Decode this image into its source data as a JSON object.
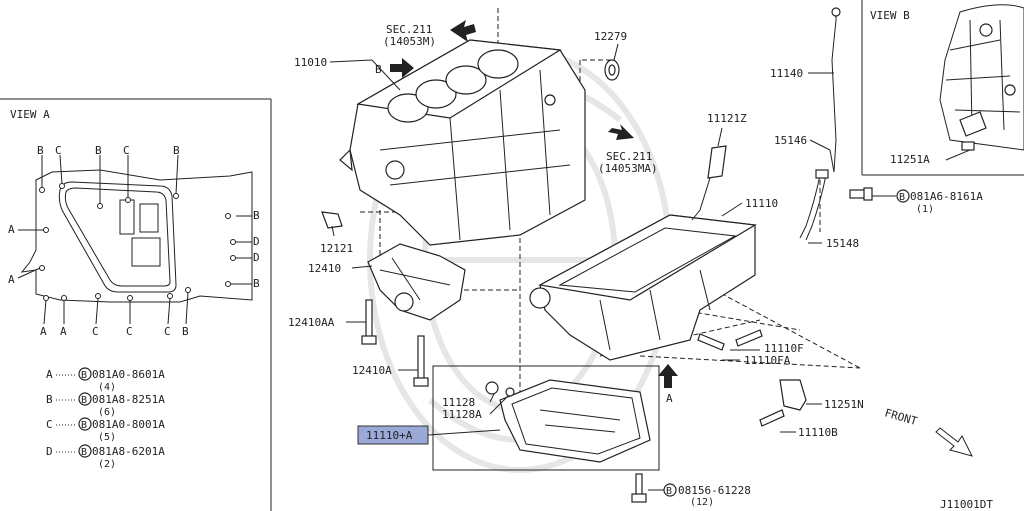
{
  "diagram_id": "J11001DT",
  "view_a": {
    "title": "VIEW A",
    "letters": {
      "top": [
        "B",
        "C",
        "B",
        "C",
        "B"
      ],
      "left": [
        "A",
        "A"
      ],
      "right": [
        "B",
        "D",
        "D",
        "B"
      ],
      "bottom": [
        "A",
        "A",
        "C",
        "C",
        "C",
        "B"
      ]
    },
    "legend": [
      {
        "key": "A",
        "part": "081A0-8601A",
        "qty": "(4)"
      },
      {
        "key": "B",
        "part": "081A8-8251A",
        "qty": "(6)"
      },
      {
        "key": "C",
        "part": "081A0-8001A",
        "qty": "(5)"
      },
      {
        "key": "D",
        "part": "081A8-6201A",
        "qty": "(2)"
      }
    ]
  },
  "view_b": {
    "title": "VIEW B",
    "label": "11251A"
  },
  "labels": {
    "sec211_top": "SEC.211",
    "sec211_top_sub": "(14053M)",
    "sec211_mid": "SEC.211",
    "sec211_mid_sub": "(14053MA)",
    "p11010": "11010",
    "b_arrow": "B",
    "p12279": "12279",
    "p12121": "12121",
    "p12410": "12410",
    "p12410AA": "12410AA",
    "p12410A": "12410A",
    "p11121Z": "11121Z",
    "p11110": "11110",
    "p11140": "11140",
    "p15146": "15146",
    "p15148": "15148",
    "p081A6": "081A6-8161A",
    "p081A6_qty": "(1)",
    "p11110F": "11110F",
    "p11110FA": "11110FA",
    "p11251N": "11251N",
    "p11110B": "11110B",
    "p11128": "11128",
    "p11128A": "11128A",
    "p11110A": "11110+A",
    "a_arrow": "A",
    "p08156": "08156-61228",
    "p08156_qty": "(12)",
    "front": "FRONT"
  },
  "colors": {
    "highlight": "#9aa9d8",
    "ink": "#222222"
  }
}
